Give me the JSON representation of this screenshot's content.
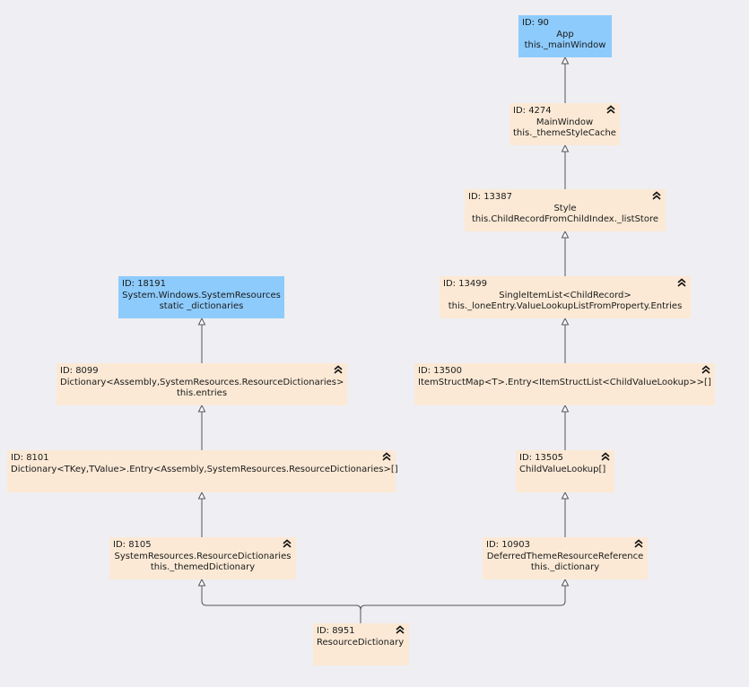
{
  "nodes": [
    {
      "key": "n90",
      "id_label": "ID: 90",
      "lines": [
        "App",
        "this._mainWindow"
      ],
      "root": true,
      "collapsible": false
    },
    {
      "key": "n4274",
      "id_label": "ID: 4274",
      "lines": [
        "MainWindow",
        "this._themeStyleCache"
      ],
      "root": false,
      "collapsible": true
    },
    {
      "key": "n13387",
      "id_label": "ID: 13387",
      "lines": [
        "Style",
        "this.ChildRecordFromChildIndex._listStore"
      ],
      "root": false,
      "collapsible": true
    },
    {
      "key": "n13499",
      "id_label": "ID: 13499",
      "lines": [
        "SingleItemList<ChildRecord>",
        "this._loneEntry.ValueLookupListFromProperty.Entries"
      ],
      "root": false,
      "collapsible": true
    },
    {
      "key": "n13500",
      "id_label": "ID: 13500",
      "lines": [
        "ItemStructMap<T>.Entry<ItemStructList<ChildValueLookup>>[]"
      ],
      "root": false,
      "collapsible": true
    },
    {
      "key": "n13505",
      "id_label": "ID: 13505",
      "lines": [
        "ChildValueLookup[]"
      ],
      "root": false,
      "collapsible": true
    },
    {
      "key": "n10903",
      "id_label": "ID: 10903",
      "lines": [
        "DeferredThemeResourceReference",
        "this._dictionary"
      ],
      "root": false,
      "collapsible": true
    },
    {
      "key": "n18191",
      "id_label": "ID: 18191",
      "lines": [
        "System.Windows.SystemResources",
        "static _dictionaries"
      ],
      "root": true,
      "collapsible": false
    },
    {
      "key": "n8099",
      "id_label": "ID: 8099",
      "lines": [
        "Dictionary<Assembly,SystemResources.ResourceDictionaries>",
        "this.entries"
      ],
      "root": false,
      "collapsible": true
    },
    {
      "key": "n8101",
      "id_label": "ID: 8101",
      "lines": [
        "Dictionary<TKey,TValue>.Entry<Assembly,SystemResources.ResourceDictionaries>[]"
      ],
      "root": false,
      "collapsible": true
    },
    {
      "key": "n8105",
      "id_label": "ID: 8105",
      "lines": [
        "SystemResources.ResourceDictionaries",
        "this._themedDictionary"
      ],
      "root": false,
      "collapsible": true
    },
    {
      "key": "n8951",
      "id_label": "ID: 8951",
      "lines": [
        "ResourceDictionary"
      ],
      "root": false,
      "collapsible": true
    }
  ],
  "edges": [
    {
      "from": "n4274",
      "to": "n90"
    },
    {
      "from": "n13387",
      "to": "n4274"
    },
    {
      "from": "n13499",
      "to": "n13387"
    },
    {
      "from": "n13500",
      "to": "n13499"
    },
    {
      "from": "n13505",
      "to": "n13500"
    },
    {
      "from": "n10903",
      "to": "n13505"
    },
    {
      "from": "n8099",
      "to": "n18191"
    },
    {
      "from": "n8101",
      "to": "n8099"
    },
    {
      "from": "n8105",
      "to": "n8101"
    },
    {
      "from": "n8951",
      "to": "n8105"
    },
    {
      "from": "n8951",
      "to": "n10903"
    }
  ],
  "colors": {
    "node_fill": "#fbe9d5",
    "root_fill": "#8dcbfc",
    "edge": "#555555",
    "background": "#efeef2"
  }
}
